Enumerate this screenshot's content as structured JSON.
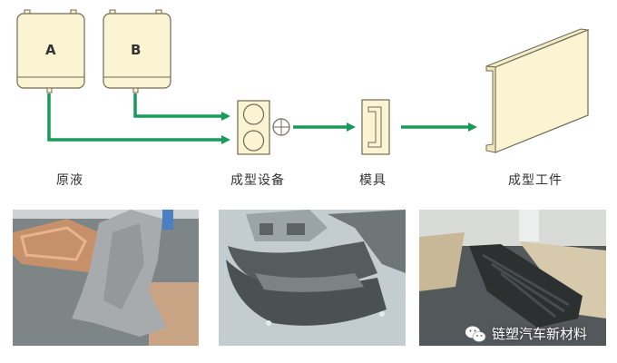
{
  "diagram": {
    "tanks": [
      {
        "id": "A",
        "label": "A"
      },
      {
        "id": "B",
        "label": "B"
      }
    ],
    "stages": [
      {
        "id": "raw-liquid",
        "label": "原液"
      },
      {
        "id": "molding-equipment",
        "label": "成型设备"
      },
      {
        "id": "mold",
        "label": "模具"
      },
      {
        "id": "molded-part",
        "label": "成型工件"
      }
    ],
    "colors": {
      "fill": "#fbf4d2",
      "stroke": "#6f6a55",
      "arrow": "#1a9a5a",
      "text": "#333333"
    }
  },
  "photos": [
    {
      "id": "photo-1",
      "description": "gray molded underbody panel on wooden mold"
    },
    {
      "id": "photo-2",
      "description": "stacked dark gray car bumpers"
    },
    {
      "id": "photo-3",
      "description": "row of black molded parts on floor"
    }
  ],
  "watermark": {
    "icon": "wechat-icon",
    "text": "链塑汽车新材料"
  }
}
